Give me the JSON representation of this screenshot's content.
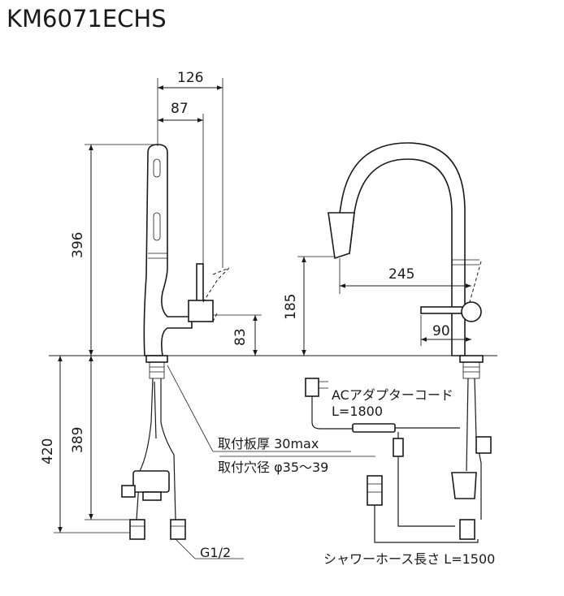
{
  "title": "KM6071ECHS",
  "dimensions": {
    "d126": "126",
    "d87": "87",
    "d396": "396",
    "d83": "83",
    "d420": "420",
    "d389": "389",
    "d185": "185",
    "d245": "245",
    "d90": "90"
  },
  "notes": {
    "adapter_cord": "ACアダプターコード",
    "adapter_length": "L=1800",
    "board_thickness": "取付板厚 30max",
    "hole_diameter": "取付穴径 φ35～39",
    "thread": "G1/2",
    "shower_hose": "シャワーホース長さ L=1500"
  }
}
